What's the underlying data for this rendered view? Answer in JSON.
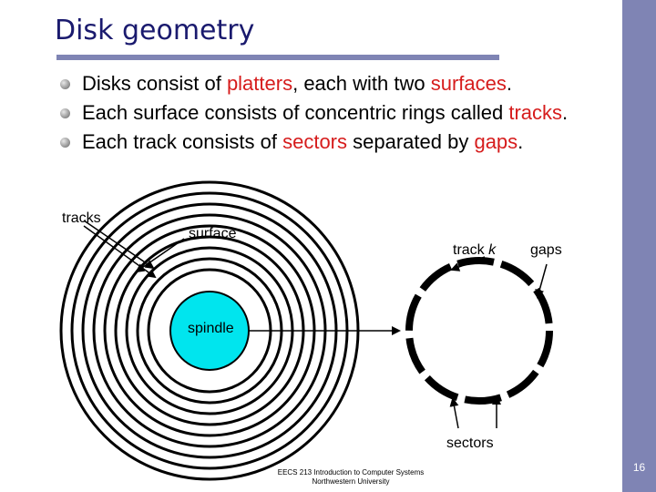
{
  "slide": {
    "title": "Disk geometry",
    "page_number": "16",
    "footer_line1": "EECS 213 Introduction to Computer Systems",
    "footer_line2": "Northwestern University"
  },
  "bullets": [
    {
      "pre": "Disks consist of ",
      "term1": "platters",
      "mid": ", each with two ",
      "term2": "surfaces",
      "post": "."
    },
    {
      "pre": "Each surface consists of concentric rings called ",
      "term1": "tracks",
      "mid": "",
      "term2": "",
      "post": "."
    },
    {
      "pre": "Each track consists of ",
      "term1": "sectors",
      "mid": " separated by ",
      "term2": "gaps",
      "post": "."
    }
  ],
  "diagram": {
    "label_tracks": "tracks",
    "label_surface": "surface",
    "label_spindle": "spindle",
    "label_track_k_prefix": "track ",
    "label_track_k_var": "k",
    "label_gaps": "gaps",
    "label_sectors": "sectors"
  },
  "colors": {
    "title": "#1a1a6e",
    "accent_bar": "#7f84b4",
    "highlight_text": "#d61c1c",
    "spindle_fill": "#00e5ee"
  }
}
